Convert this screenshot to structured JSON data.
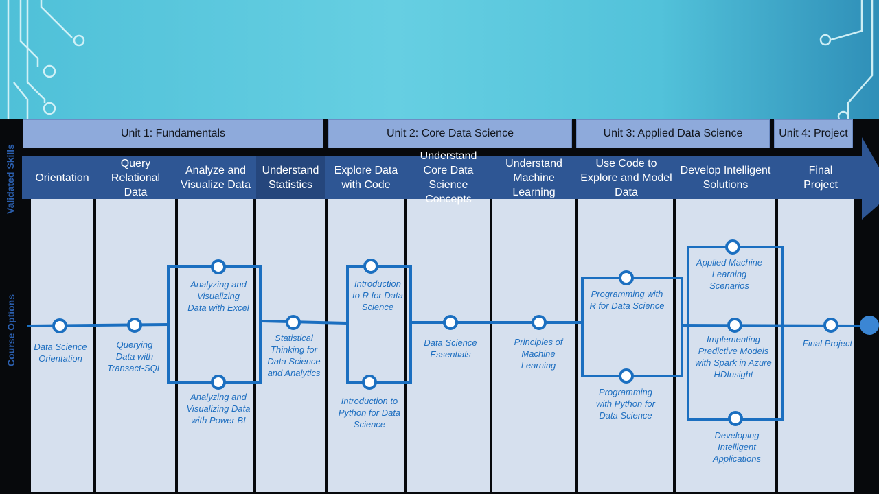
{
  "units": [
    {
      "label": "Unit 1: Fundamentals"
    },
    {
      "label": "Unit 2: Core Data Science"
    },
    {
      "label": "Unit 3: Applied Data Science"
    },
    {
      "label": "Unit 4: Project"
    }
  ],
  "side_labels": {
    "skills": "Validated Skills",
    "courses": "Course Options"
  },
  "skills": [
    {
      "label": "Orientation"
    },
    {
      "label": "Query Relational Data"
    },
    {
      "label": "Analyze and Visualize Data"
    },
    {
      "label": "Understand Statistics"
    },
    {
      "label": "Explore Data with Code"
    },
    {
      "label": "Understand Core Data Science Concepts"
    },
    {
      "label": "Understand Machine Learning"
    },
    {
      "label": "Use Code to Explore and Model Data"
    },
    {
      "label": "Develop Intelligent Solutions"
    },
    {
      "label": "Final Project"
    }
  ],
  "courses": [
    {
      "label": "Data Science Orientation"
    },
    {
      "label": "Querying Data with Transact-SQL"
    },
    {
      "label": "Analyzing and Visualizing Data with Excel"
    },
    {
      "label": "Analyzing and Visualizing Data with Power BI"
    },
    {
      "label": "Statistical Thinking for Data Science and Analytics"
    },
    {
      "label": "Introduction to R for Data Science"
    },
    {
      "label": "Introduction to Python for Data Science"
    },
    {
      "label": "Data Science Essentials"
    },
    {
      "label": "Principles of Machine Learning"
    },
    {
      "label": "Programming with R for Data Science"
    },
    {
      "label": "Programming with Python for Data Science"
    },
    {
      "label": "Applied Machine Learning Scenarios"
    },
    {
      "label": "Implementing Predictive Models with Spark in Azure HDInsight"
    },
    {
      "label": "Developing Intelligent Applications"
    },
    {
      "label": "Final Project"
    }
  ],
  "colors": {
    "unit_fill": "#8eaadb",
    "skill_band": "#2e5694",
    "column_fill": "#d6e0ee",
    "path_line": "#1b6fc0"
  }
}
